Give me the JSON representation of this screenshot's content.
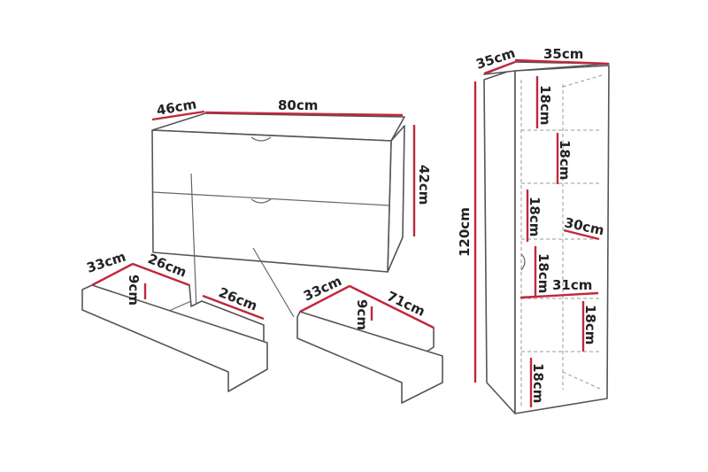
{
  "colors": {
    "dimension_line": "#c0283a",
    "outline": "#555555"
  },
  "cabinet": {
    "depth": "46cm",
    "width": "80cm",
    "height": "42cm"
  },
  "drawer_left": {
    "depth": "33cm",
    "section1_width": "26cm",
    "section2_width": "26cm",
    "height": "9cm"
  },
  "drawer_right": {
    "depth": "33cm",
    "width": "71cm",
    "height": "9cm"
  },
  "shelf": {
    "depth": "35cm",
    "width": "35cm",
    "height": "120cm",
    "compartments": [
      "18cm",
      "18cm",
      "18cm",
      "18cm",
      "18cm",
      "18cm"
    ],
    "inner_depth": "30cm",
    "inner_width": "31cm"
  }
}
